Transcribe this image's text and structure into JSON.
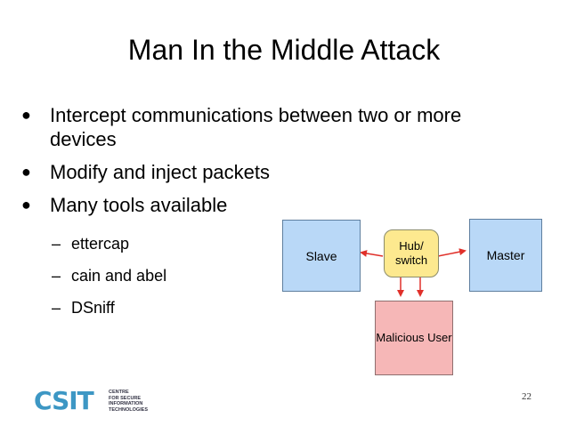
{
  "slide": {
    "title": "Man In the Middle Attack",
    "bullets": [
      {
        "marker": "●",
        "text": "Intercept communications between two or more devices"
      },
      {
        "marker": "●",
        "text": "Modify and inject packets"
      },
      {
        "marker": "●",
        "text": "Many tools available"
      }
    ],
    "sub_bullets": [
      {
        "marker": "–",
        "text": "ettercap"
      },
      {
        "marker": "–",
        "text": "cain and abel"
      },
      {
        "marker": "–",
        "text": "DSniff"
      }
    ],
    "page_number": "22"
  },
  "diagram": {
    "slave_label": "Slave",
    "master_label": "Master",
    "hub_label": "Hub/ switch",
    "malicious_label": "Malicious User",
    "colors": {
      "endpoint_fill": "#b9d8f7",
      "hub_fill": "#fde98f",
      "malicious_fill": "#f6b7b7",
      "arrow": "#e0302a"
    }
  },
  "logo": {
    "mark": "CSIT",
    "tagline": [
      "CENTRE",
      "FOR SECURE",
      "INFORMATION",
      "TECHNOLOGIES"
    ]
  }
}
